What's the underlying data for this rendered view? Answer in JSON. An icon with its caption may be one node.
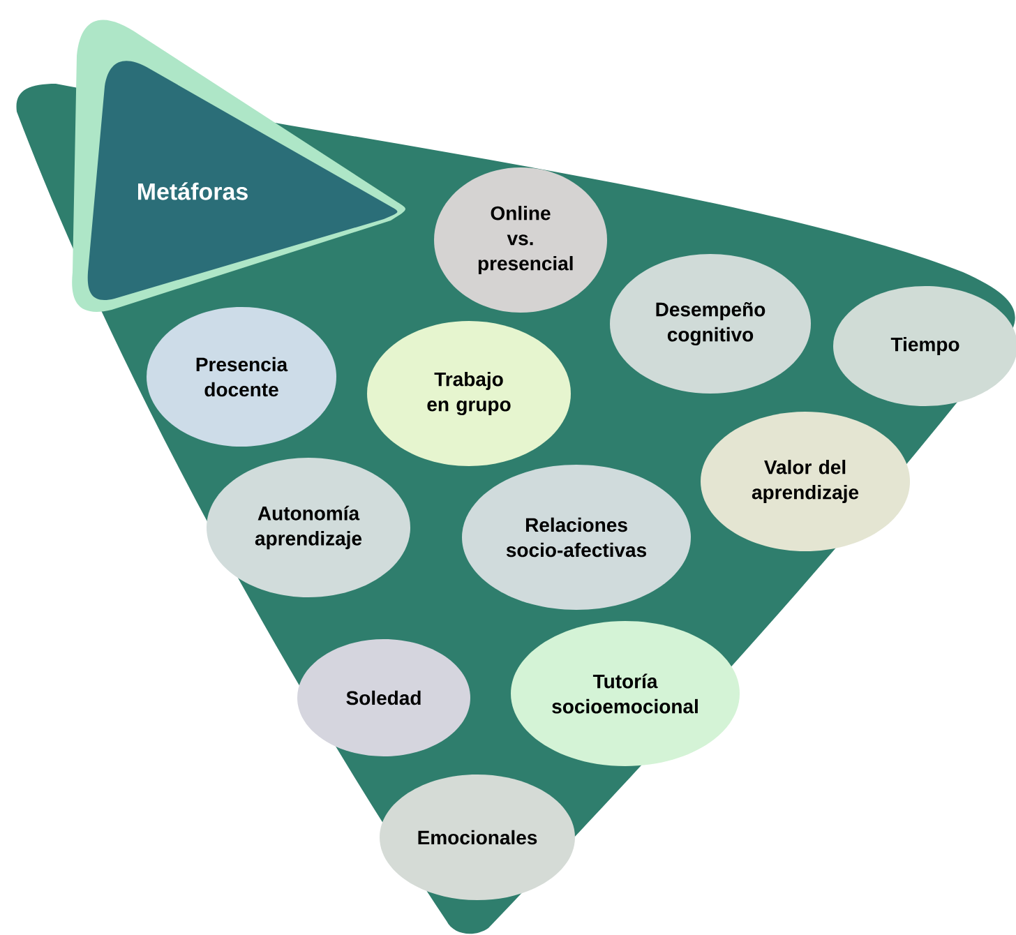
{
  "diagram": {
    "nodes": [
      {
        "text": [],
        "shape": "triangle"
      },
      {
        "text": [
          "Metáforas"
        ]
      },
      {
        "text": [
          "Online vs. presencial"
        ],
        "in": 0
      },
      {
        "text": [
          "Desempeño cognitivo"
        ],
        "in": 0
      },
      {
        "text": [
          "Tiempo"
        ],
        "in": 0
      },
      {
        "text": [
          "Presencia docente"
        ],
        "in": 0
      },
      {
        "text": [
          "Trabajo en grupo"
        ],
        "in": 0
      },
      {
        "text": [
          "Valor del aprendizaje"
        ],
        "in": 0
      },
      {
        "text": [
          "Autonomía aprendizaje"
        ],
        "in": 0
      },
      {
        "text": [
          "Relaciones socio-afectivas"
        ],
        "in": 0
      },
      {
        "text": [
          "Soledad"
        ],
        "in": 0
      },
      {
        "text": [
          "Tutoría socioemocional"
        ],
        "in": 0
      },
      {
        "text": [
          "Emocionales"
        ],
        "in": 0
      }
    ]
  }
}
